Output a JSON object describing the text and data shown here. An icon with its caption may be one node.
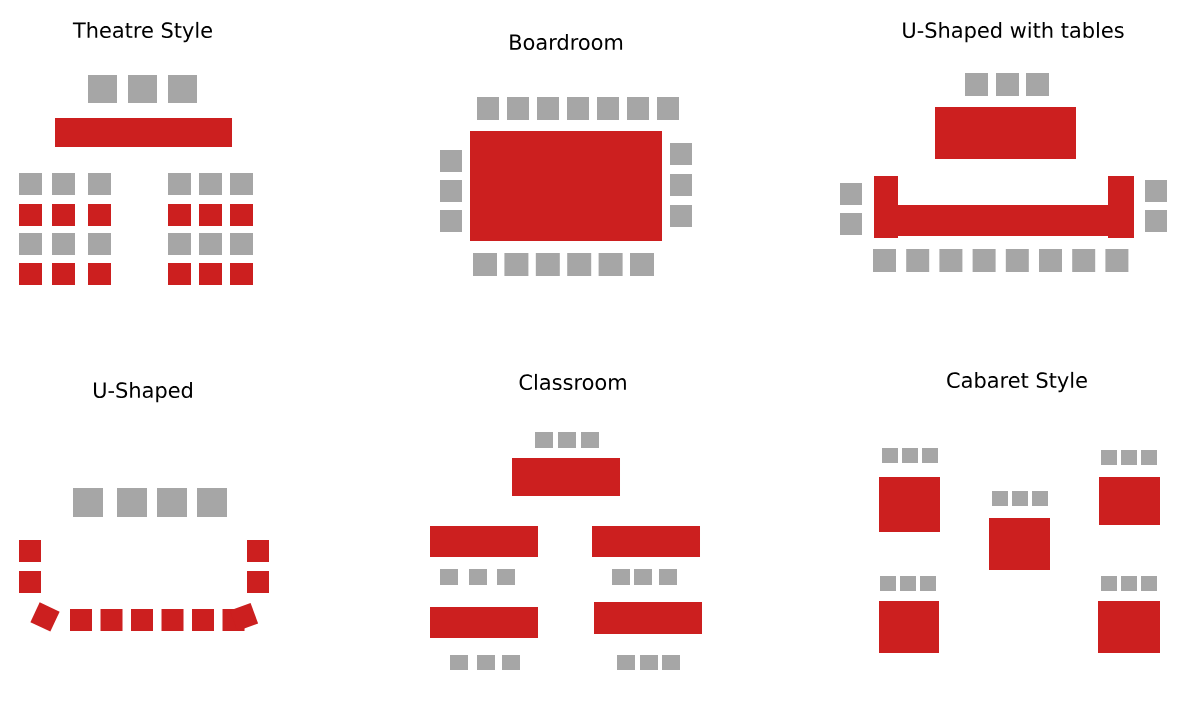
{
  "diagram": {
    "labels": [
      "Theatre Style",
      "Boardroom",
      "U-Shaped with tables",
      "U-Shaped",
      "Classroom",
      "Cabaret Style"
    ]
  }
}
